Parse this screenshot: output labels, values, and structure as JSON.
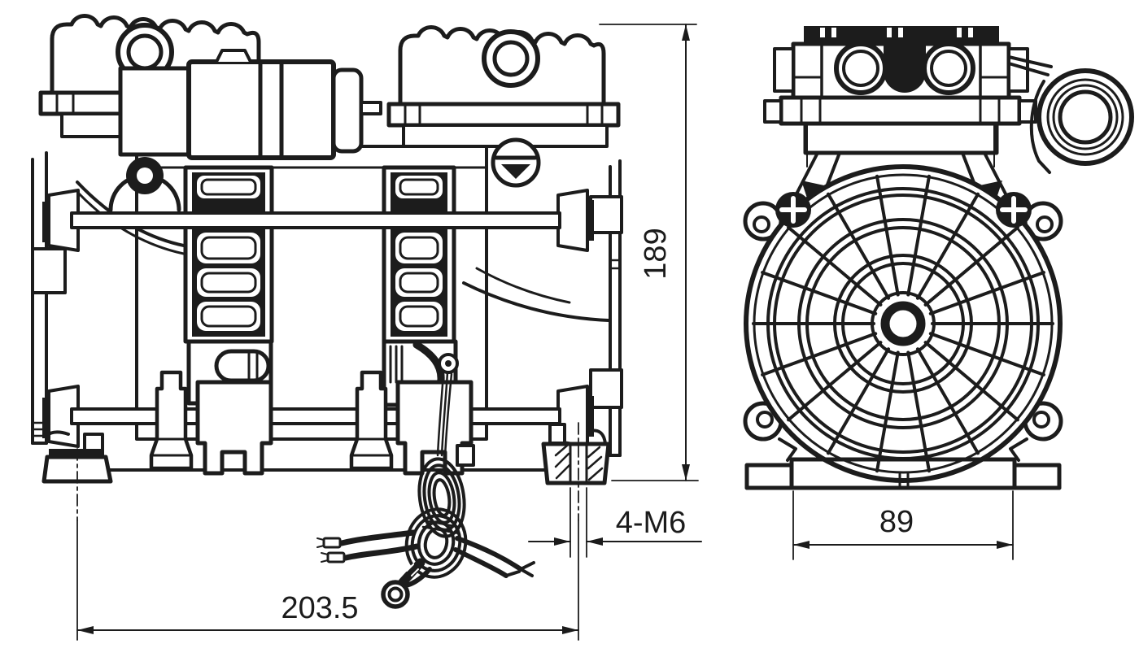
{
  "drawing": {
    "background_color": "#ffffff",
    "line_color": "#1c1c1c",
    "dimensions": {
      "overall_width": "203.5",
      "overall_height": "189",
      "mounting_thread": "4-M6",
      "mounting_foot_width": "89"
    }
  }
}
